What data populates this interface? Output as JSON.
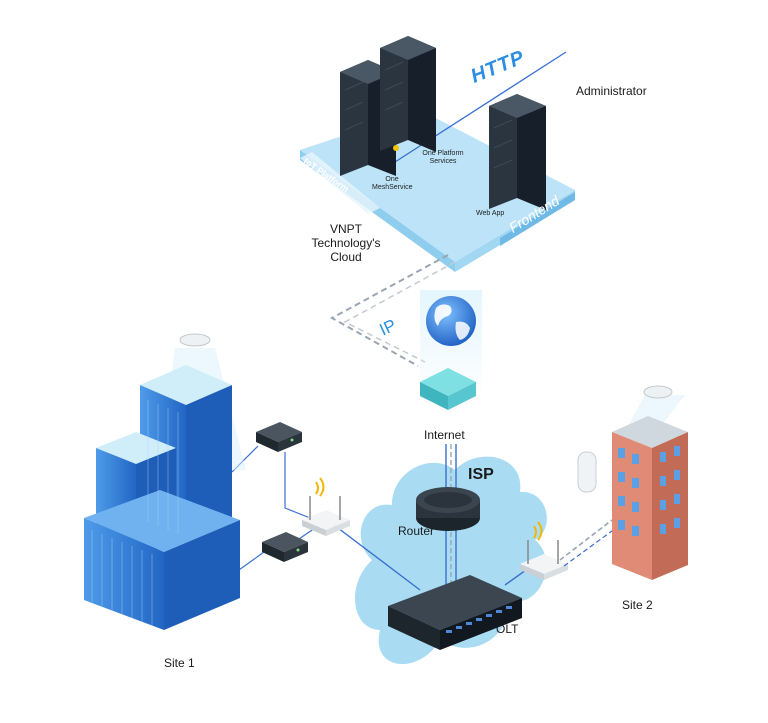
{
  "labels": {
    "http": "HTTP",
    "administrator": "Administrator",
    "one_platform_services": "One Platform Services",
    "one_meshservice": "One MeshService",
    "web_app": "Web App",
    "iot_platform": "IoT Platform",
    "frontend": "Frontend",
    "cloud": "VNPT Technology's Cloud",
    "ip": "IP",
    "internet": "Internet",
    "isp": "ISP",
    "router": "Router",
    "olt": "OLT",
    "site1": "Site 1",
    "site2": "Site 2"
  },
  "colors": {
    "cloud_platform": "#b8e2f7",
    "server_body": "#1f2933",
    "isp_bubble": "#a9dcf3",
    "link_line": "#3a6fd1",
    "dashed_line": "#9aa5b1",
    "building": "#2f7fd8",
    "site2_building": "#e08b75"
  },
  "icons": [
    "server-rack-icon",
    "globe-icon",
    "internet-box-icon",
    "router-icon",
    "olt-chassis-icon",
    "wifi-router-icon",
    "wifi-access-point-icon",
    "switch-icon",
    "office-building-icon",
    "apartment-building-icon"
  ]
}
